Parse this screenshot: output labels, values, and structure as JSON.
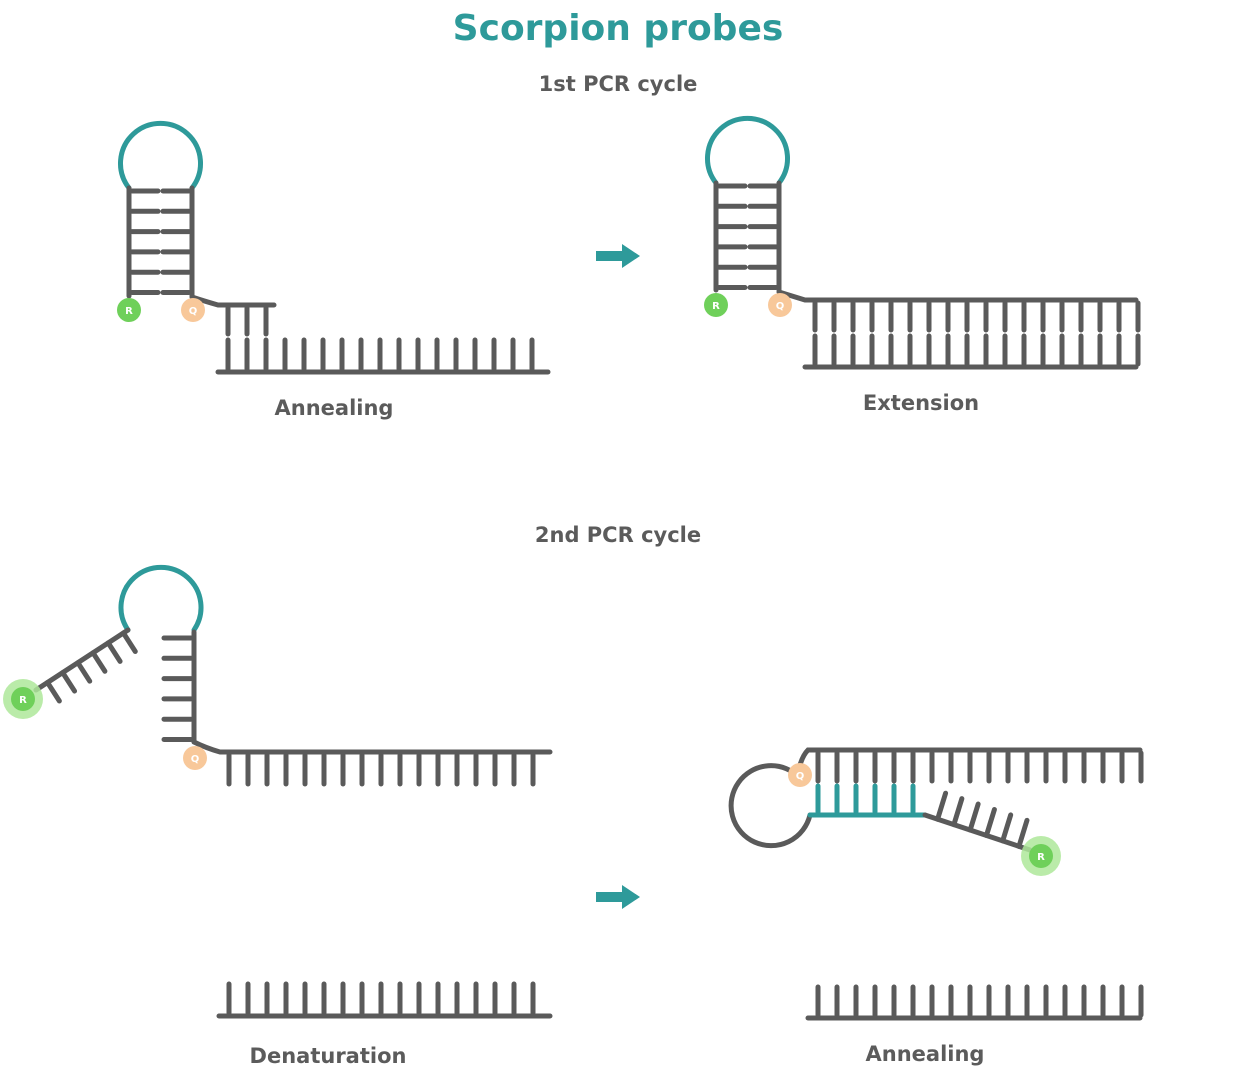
{
  "title": "Scorpion probes",
  "cycles": {
    "first": "1st PCR cycle",
    "second": "2nd PCR cycle"
  },
  "steps": {
    "annealing_1": "Annealing",
    "extension": "Extension",
    "denaturation": "Denaturation",
    "annealing_2": "Annealing"
  },
  "markers": {
    "reporter": "R",
    "quencher": "Q"
  },
  "colors": {
    "accent": "#2e9a9a",
    "strand": "#5a5a5a",
    "label": "#5b5b5b",
    "reporter": "#6fd05a",
    "reporter_glow": "#aee89a",
    "quencher": "#f8c89a"
  }
}
